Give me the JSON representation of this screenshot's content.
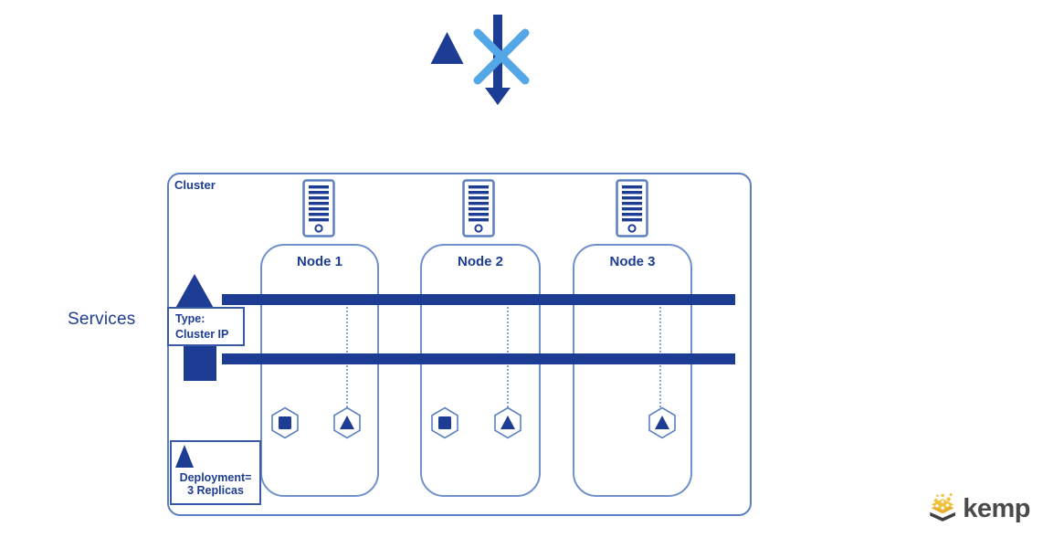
{
  "colors": {
    "navy": "#1d3d94",
    "cluster_border": "#5c7fc4",
    "node_border": "#7090cc",
    "dotted_line": "#8aa3cf",
    "blocked_x_blue": "#54a7e6",
    "label_box_border": "#3a5aa5",
    "kemp_yellow": "#f1c13a",
    "kemp_yellow_dark": "#e8ae2d",
    "kemp_gray": "#4a4a4a"
  },
  "top_symbol": {
    "meaning": "pod-triangle-and-blocked-ingress-arrow"
  },
  "services": {
    "label": "Services",
    "type_box": {
      "line1": "Type:",
      "line2": "Cluster IP"
    }
  },
  "cluster": {
    "label": "Cluster",
    "nodes": [
      {
        "label": "Node 1",
        "pods": [
          "square",
          "triangle"
        ]
      },
      {
        "label": "Node 2",
        "pods": [
          "square",
          "triangle"
        ]
      },
      {
        "label": "Node 3",
        "pods": [
          "triangle"
        ]
      }
    ]
  },
  "deployment": {
    "line1": "Deployment=",
    "line2": "3 Replicas"
  },
  "brand": {
    "name": "kemp"
  }
}
